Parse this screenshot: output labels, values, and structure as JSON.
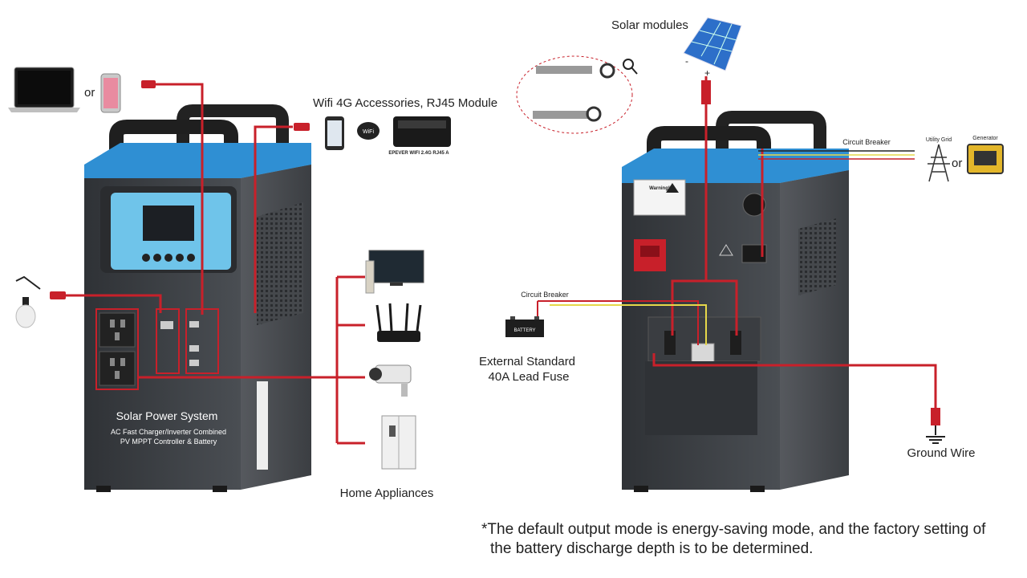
{
  "labels": {
    "or_laptop_phone": "or",
    "wifi_module": "Wifi 4G Accessories, RJ45 Module",
    "wifi_device_label": "EPEVER WIFI 2.4G RJ45 A",
    "wifi_badge": "WiFi",
    "solar_modules": "Solar modules",
    "solar_minus": "-",
    "solar_plus": "+",
    "circuit_breaker_top": "Circuit Breaker",
    "utility_grid": "Utility Grid",
    "or_grid_generator": "or",
    "generator": "Generator",
    "circuit_breaker_left": "Circuit Breaker",
    "battery": "BATTERY",
    "fuse_line1": "External Standard",
    "fuse_line2": "40A Lead Fuse",
    "ground_wire": "Ground Wire",
    "home_appliances": "Home Appliances",
    "warning_title": "Warning!"
  },
  "unit_front": {
    "title": "Solar Power System",
    "subtitle_line1": "AC Fast Charger/Inverter Combined",
    "subtitle_line2": "PV MPPT Controller & Battery"
  },
  "footnote": {
    "line1": "*The default output mode is energy-saving mode, and the factory setting of",
    "line2": "the battery discharge depth is to be determined."
  },
  "colors": {
    "cable_red": "#c8202a",
    "unit_body": "#3f4246",
    "unit_top": "#2f8fd3",
    "panel_blue": "#6fc4ea",
    "cable_yellow": "#e6d84a"
  },
  "icons": [
    "laptop-icon",
    "phone-icon",
    "bulb-icon",
    "tv-icon",
    "router-icon",
    "camera-icon",
    "fridge-icon",
    "solar-panel-icon",
    "pylon-icon",
    "generator-icon",
    "battery-icon",
    "ground-icon",
    "wifi-icon"
  ]
}
